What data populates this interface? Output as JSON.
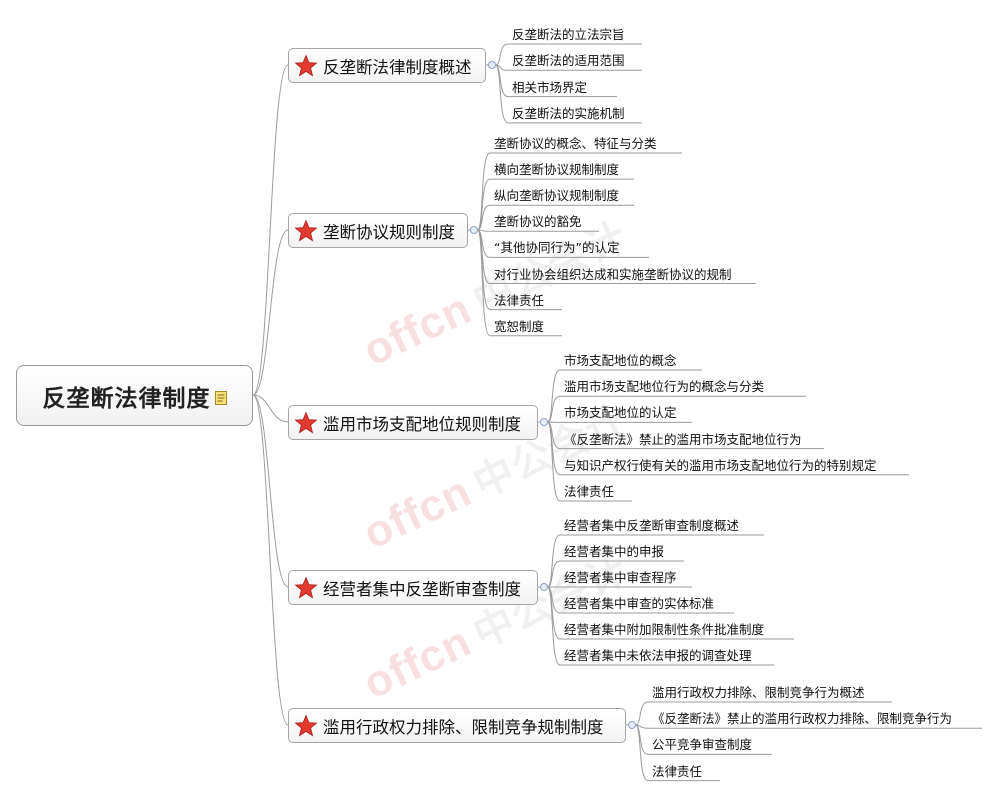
{
  "root": {
    "label": "反垄断法律制度",
    "icon": "note-icon"
  },
  "watermark": {
    "brand": "offcn",
    "name": "中公会计"
  },
  "topics": [
    {
      "label": "反垄断法律制度概述",
      "icon": "star-icon",
      "children": [
        "反垄断法的立法宗旨",
        "反垄断法的适用范围",
        "相关市场界定",
        "反垄断法的实施机制"
      ]
    },
    {
      "label": "垄断协议规则制度",
      "icon": "star-icon",
      "children": [
        "垄断协议的概念、特征与分类",
        "横向垄断协议规制制度",
        "纵向垄断协议规制制度",
        "垄断协议的豁免",
        "“其他协同行为”的认定",
        "对行业协会组织达成和实施垄断协议的规制",
        "法律责任",
        "宽恕制度"
      ]
    },
    {
      "label": "滥用市场支配地位规则制度",
      "icon": "star-icon",
      "children": [
        "市场支配地位的概念",
        "滥用市场支配地位行为的概念与分类",
        "市场支配地位的认定",
        "《反垄断法》禁止的滥用市场支配地位行为",
        "与知识产权行使有关的滥用市场支配地位行为的特别规定",
        "法律责任"
      ]
    },
    {
      "label": "经营者集中反垄断审查制度",
      "icon": "star-icon",
      "children": [
        "经营者集中反垄断审查制度概述",
        "经营者集中的申报",
        "经营者集中审查程序",
        "经营者集中审查的实体标准",
        "经营者集中附加限制性条件批准制度",
        "经营者集中未依法申报的调查处理"
      ]
    },
    {
      "label": "滥用行政权力排除、限制竞争规制制度",
      "icon": "star-icon",
      "children": [
        "滥用行政权力排除、限制竞争行为概述",
        "《反垄断法》禁止的滥用行政权力排除、限制竞争行为",
        "公平竞争审查制度",
        "法律责任"
      ]
    }
  ]
}
